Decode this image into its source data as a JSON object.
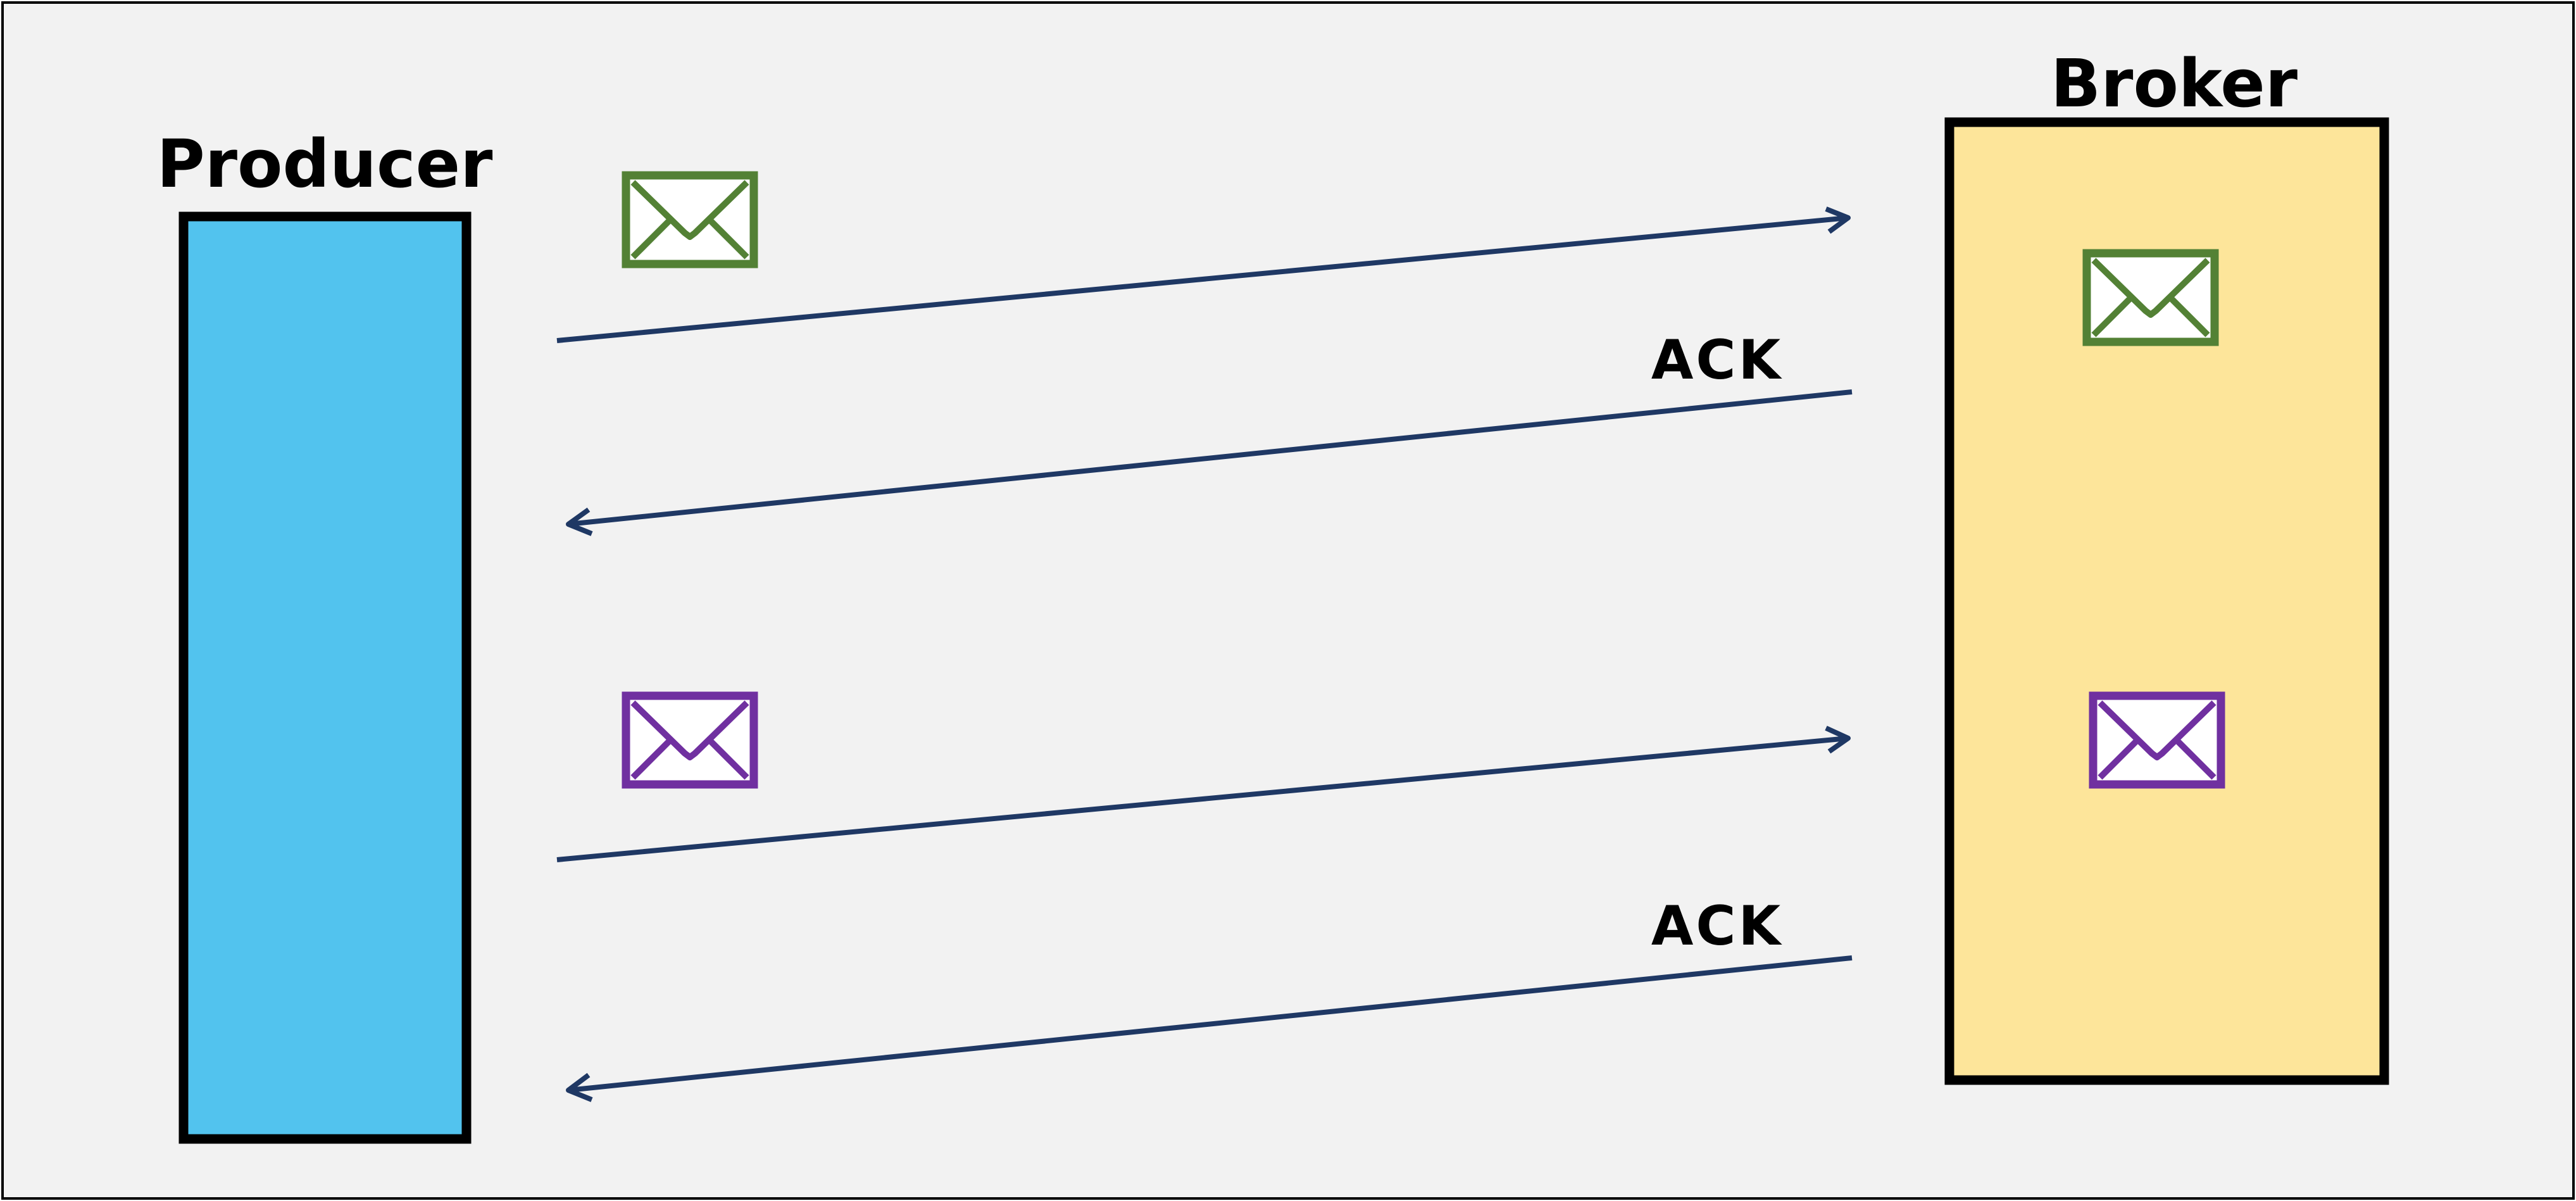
{
  "diagram": {
    "background_color": "#F2F2F2",
    "arrow_color": "#1F3864",
    "producer": {
      "label": "Producer",
      "fill_color": "#52C3EE"
    },
    "broker": {
      "label": "Broker",
      "fill_color": "#FDE59A"
    },
    "messages": [
      {
        "icon": "envelope-icon",
        "color": "#538135",
        "ack_label": "ACK"
      },
      {
        "icon": "envelope-icon",
        "color": "#7030A0",
        "ack_label": "ACK"
      }
    ]
  }
}
